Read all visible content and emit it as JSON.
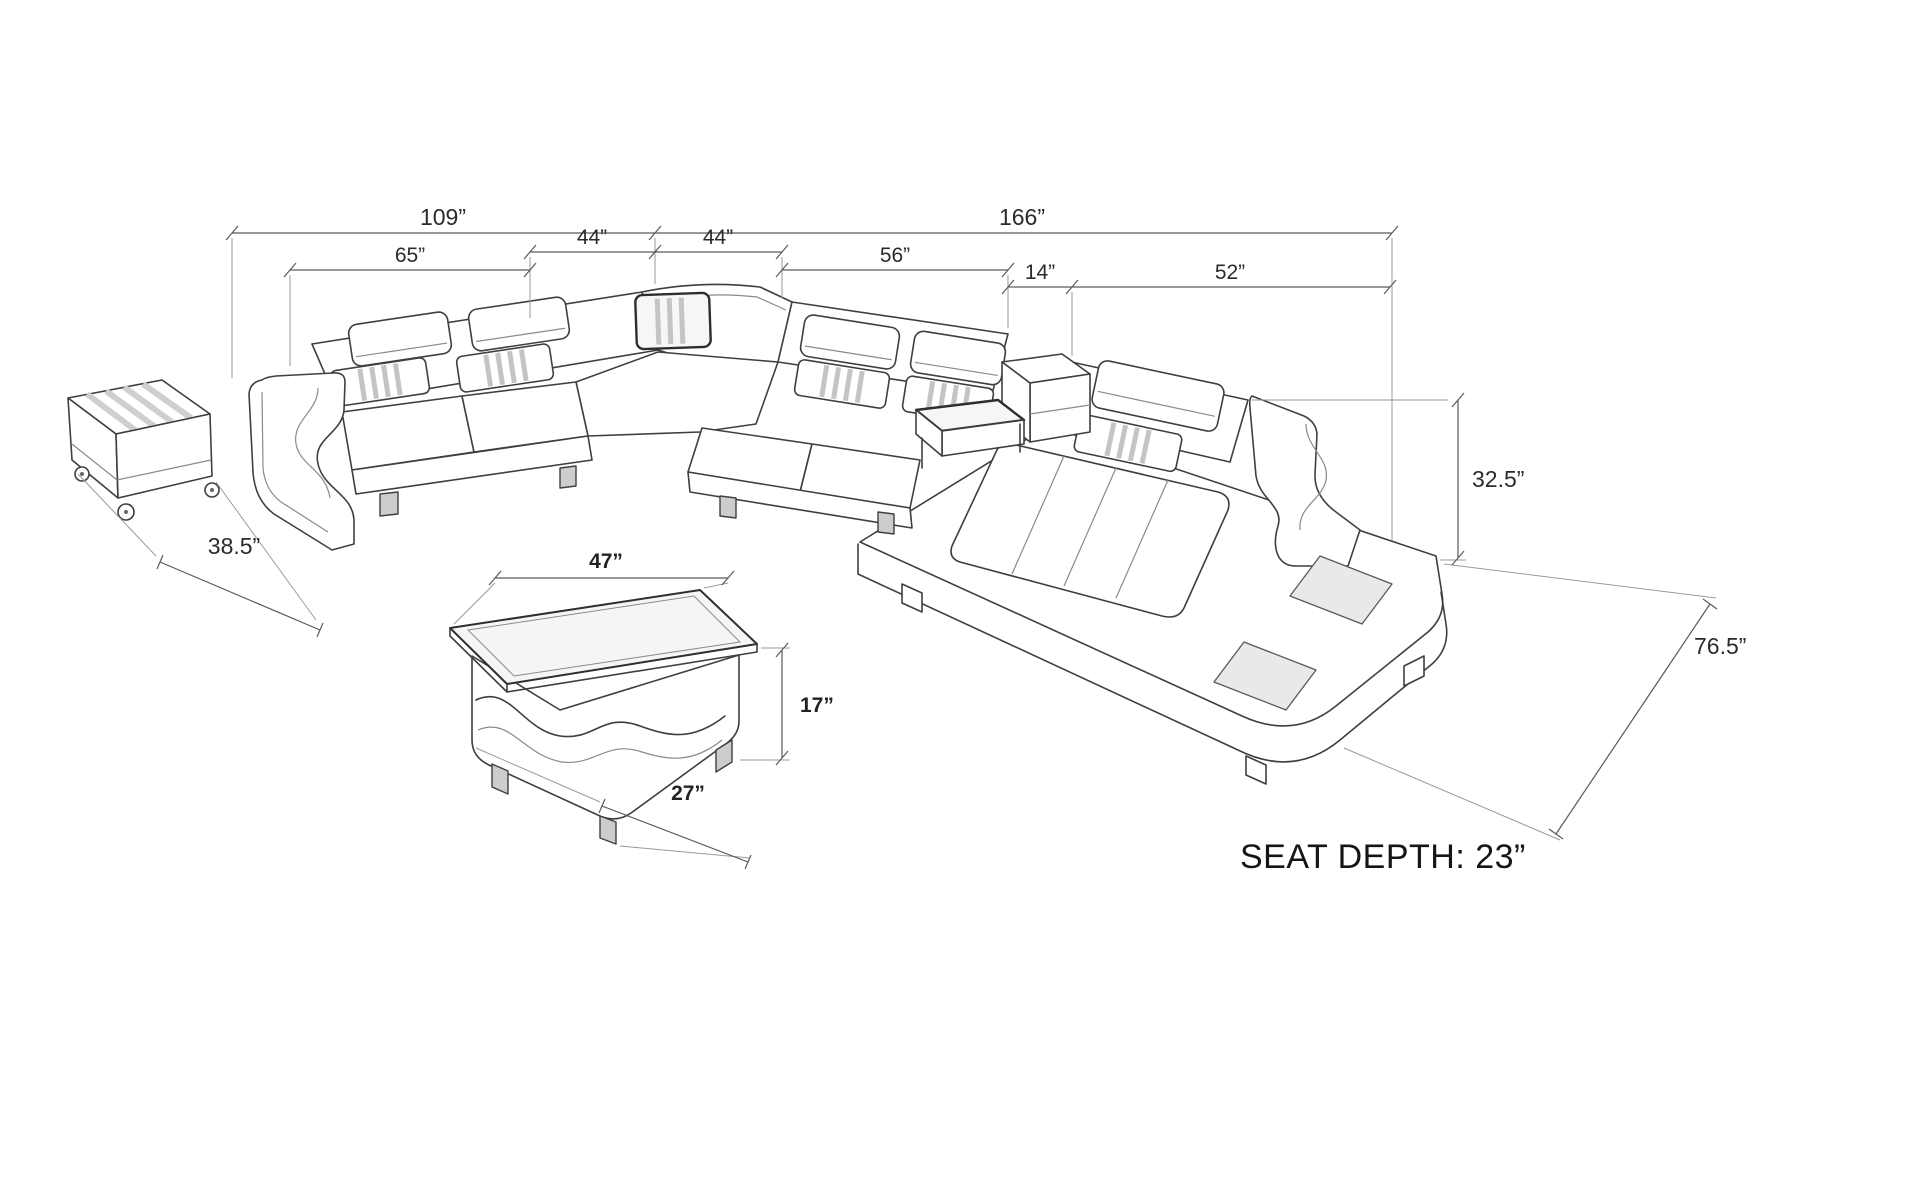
{
  "diagram": {
    "type": "sectional-sofa-dimension-diagram",
    "style": {
      "background": "#ffffff",
      "line_color": "#3f3f3f",
      "dimension_color": "#5a5a5a",
      "text_color": "#2b2b2b"
    },
    "labels": {
      "d109": "109”",
      "d166": "166”",
      "d65": "65”",
      "d44_left": "44”",
      "d44_right": "44”",
      "d56": "56”",
      "d14": "14”",
      "d52": "52”",
      "d32_5": "32.5”",
      "d76_5": "76.5”",
      "d38_5": "38.5”",
      "d47": "47”",
      "d17": "17”",
      "d27": "27”",
      "seat_depth_note": "SEAT DEPTH: 23”"
    }
  }
}
